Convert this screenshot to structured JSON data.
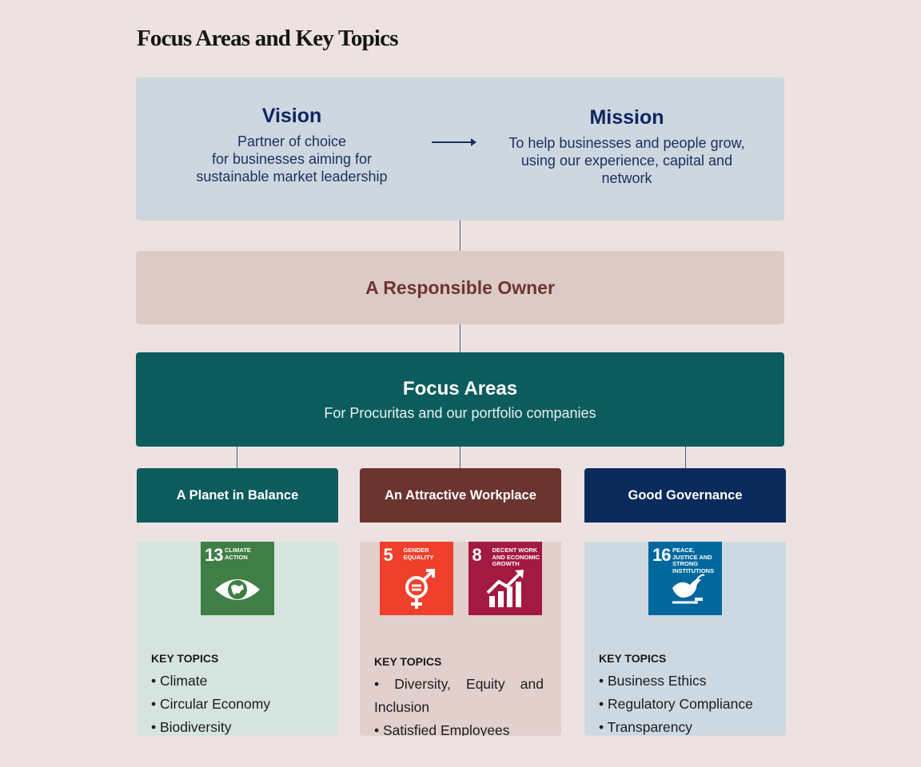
{
  "page_title": "Focus Areas and Key Topics",
  "vision": {
    "title": "Vision",
    "lines": [
      "Partner of choice",
      "for businesses aiming for",
      "sustainable market leadership"
    ]
  },
  "mission": {
    "title": "Mission",
    "lines": [
      "To help businesses and people grow,",
      "using our experience, capital and",
      "network"
    ]
  },
  "owner": {
    "label": "A Responsible Owner"
  },
  "focus": {
    "title": "Focus Areas",
    "subtitle": "For Procuritas and our portfolio companies"
  },
  "key_topics_label": "KEY TOPICS",
  "colors": {
    "background": "#ede2e1",
    "vision_mission_bg": "#cdd7e0",
    "owner_bg": "#dccac6",
    "focus_bg": "#0c5c5d",
    "planet_head": "#0c5c5d",
    "planet_body": "#d6e4df",
    "workplace_head": "#6b3430",
    "workplace_body": "#e2d0cd",
    "governance_head": "#0b2a5c",
    "governance_body": "#cdd9e2",
    "sdg13": "#3f7e44",
    "sdg5": "#ef402b",
    "sdg8": "#a21942",
    "sdg16": "#00689d"
  },
  "cards": [
    {
      "title": "A Planet in Balance",
      "sdgs": [
        {
          "number": "13",
          "name": "Climate Action",
          "icon": "eye-globe-icon"
        }
      ],
      "topics": [
        "• Climate",
        "• Circular Economy",
        "• Biodiversity"
      ]
    },
    {
      "title": "An Attractive Workplace",
      "sdgs": [
        {
          "number": "5",
          "name": "Gender Equality",
          "icon": "gender-equality-icon"
        },
        {
          "number": "8",
          "name": "Decent Work and Economic Growth",
          "icon": "growth-chart-icon"
        }
      ],
      "topics": [
        "• Diversity, Equity and Inclusion",
        "• Satisfied Employees"
      ]
    },
    {
      "title": "Good Governance",
      "sdgs": [
        {
          "number": "16",
          "name": "Peace, Justice and Strong Institutions",
          "icon": "dove-gavel-icon"
        }
      ],
      "topics": [
        "• Business Ethics",
        "• Regulatory Compliance",
        "• Transparency"
      ]
    }
  ]
}
